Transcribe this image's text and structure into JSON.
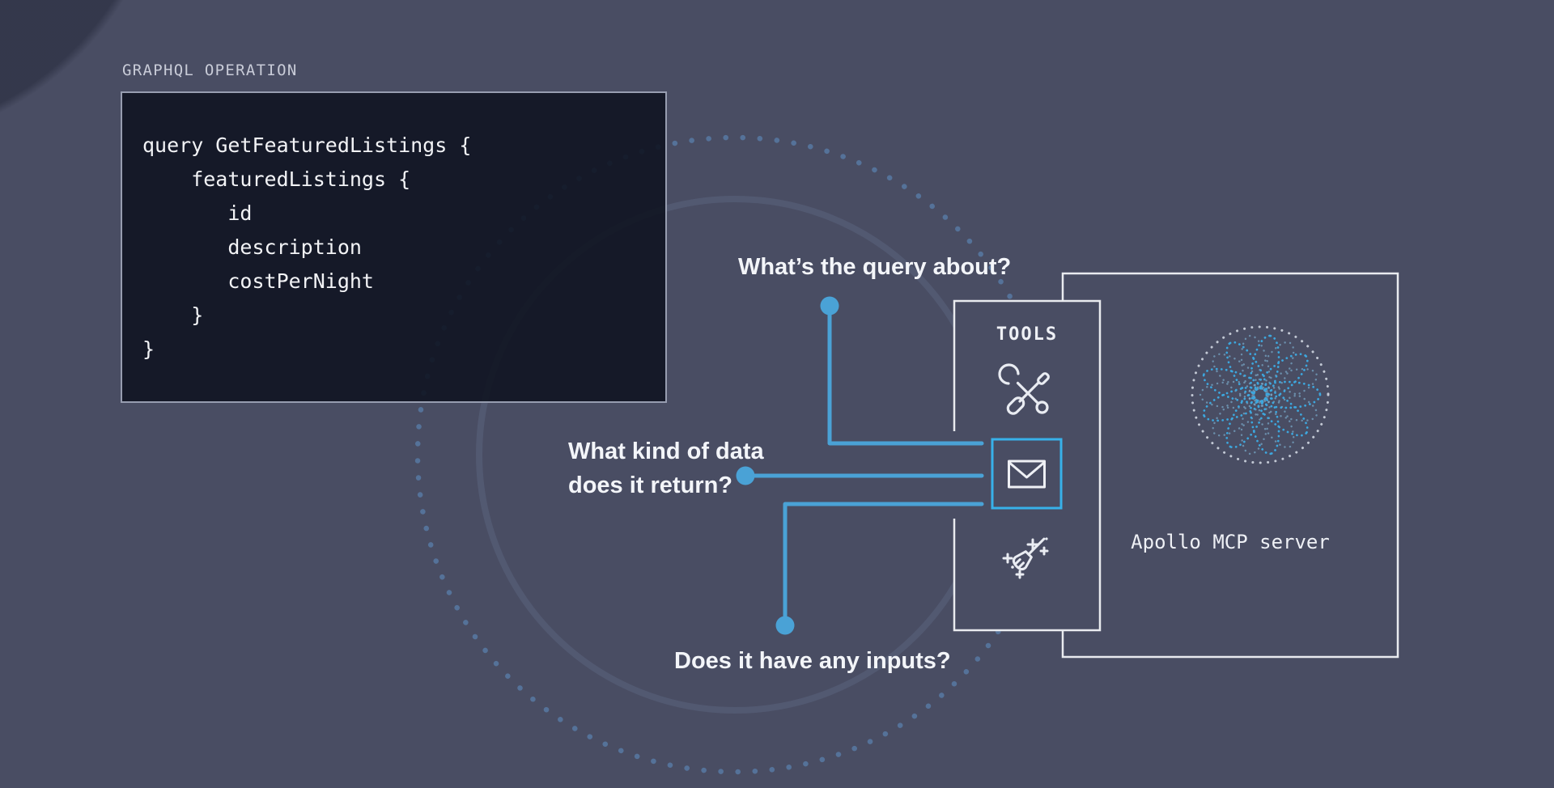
{
  "colors": {
    "background": "#494d63",
    "accent_blue": "#4aa2d6",
    "highlight_blue": "#38b1e9",
    "code_panel_bg": "#10141f",
    "box_border_white": "#e9ebef",
    "mandala_blue": "#3da7de"
  },
  "graphql_panel": {
    "label": "GRAPHQL OPERATION",
    "code_lines": [
      "query GetFeaturedListings {",
      "    featuredListings {",
      "       id",
      "       description",
      "       costPerNight",
      "    }",
      "}"
    ]
  },
  "annotations": {
    "query_about": {
      "lines": [
        "What’s the query about?"
      ]
    },
    "data_return": {
      "lines": [
        "What kind of data",
        "does it return?"
      ]
    },
    "inputs": {
      "lines": [
        "Does it have any inputs?"
      ]
    }
  },
  "tools_panel": {
    "title": "TOOLS",
    "icons": [
      {
        "name": "tools-icon"
      },
      {
        "name": "envelope-icon",
        "highlighted": true
      },
      {
        "name": "broom-sparkles-icon"
      }
    ]
  },
  "server_panel": {
    "label": "Apollo MCP server",
    "graphic": "dotted-mandala"
  }
}
